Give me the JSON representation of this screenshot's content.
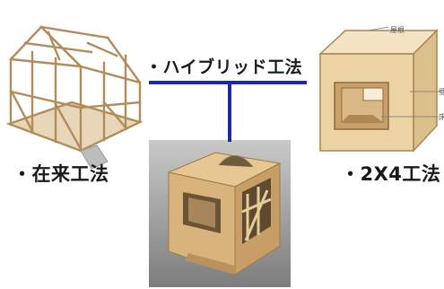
{
  "labels": {
    "hybrid": "・ハイブリッド工法",
    "zairai": "・在来工法",
    "two_by_four": "・2X4工法"
  },
  "two_by_four_annotations": {
    "top": "屋根",
    "right_upper": "壁",
    "right_lower": "床"
  },
  "colors": {
    "connector": "#1d2c9a",
    "wood": "#ecd3a4",
    "wood_dark": "#c8a06a",
    "wood_edge": "#a88556",
    "photo_bg": "#9e9e9e"
  }
}
